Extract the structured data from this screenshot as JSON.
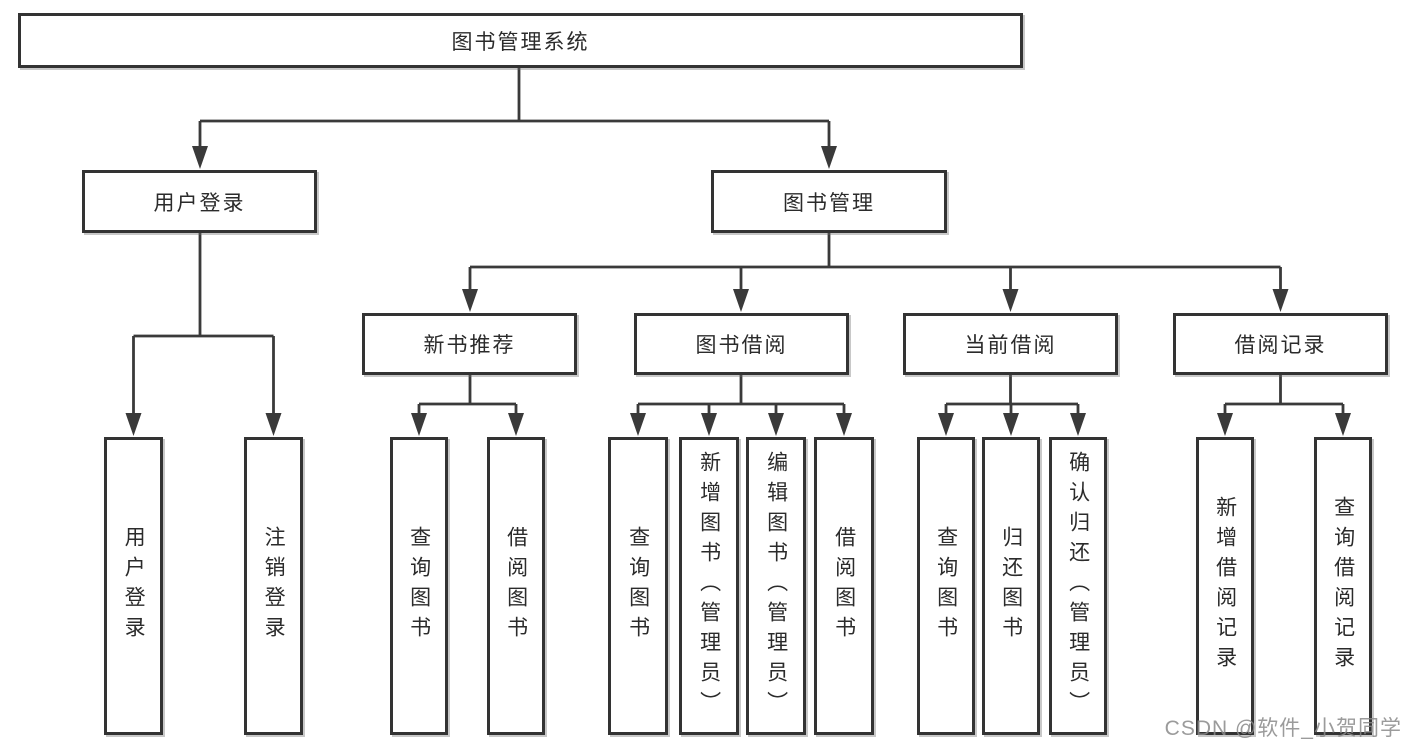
{
  "diagram": {
    "type": "tree",
    "root_label": "图书管理系统",
    "branches": [
      {
        "label": "用户登录",
        "leaves": [
          "用户登录",
          "注销登录"
        ]
      },
      {
        "label": "图书管理",
        "groups": [
          {
            "label": "新书推荐",
            "leaves": [
              "查询图书",
              "借阅图书"
            ]
          },
          {
            "label": "图书借阅",
            "leaves": [
              "查询图书",
              "新增图书（管理员）",
              "编辑图书（管理员）",
              "借阅图书"
            ]
          },
          {
            "label": "当前借阅",
            "leaves": [
              "查询图书",
              "归还图书",
              "确认归还（管理员）"
            ]
          },
          {
            "label": "借阅记录",
            "leaves": [
              "新增借阅记录",
              "查询借阅记录"
            ]
          }
        ]
      }
    ]
  },
  "watermark": "CSDN @软件_小贺同学",
  "colors": {
    "line": "#3a3a3a",
    "box_border": "#333333",
    "text": "#2b2b2b",
    "watermark": "#8a8a8a",
    "background": "#ffffff"
  }
}
